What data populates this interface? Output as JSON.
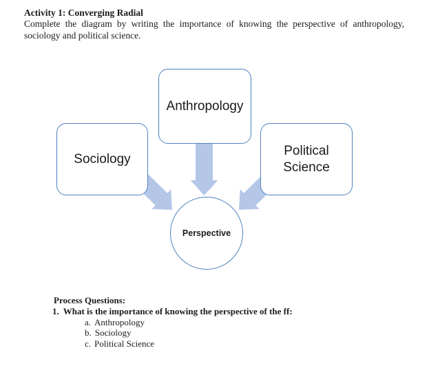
{
  "header": {
    "title": "Activity 1: Converging Radial",
    "body": "Complete the diagram by writing the importance of knowing the perspective of anthropology, sociology and political science."
  },
  "diagram": {
    "type": "converging-radial",
    "nodes": [
      {
        "id": "anthropology",
        "label": "Anthropology"
      },
      {
        "id": "sociology",
        "label": "Sociology"
      },
      {
        "id": "political-science",
        "label": "Political Science"
      }
    ],
    "center": {
      "label": "Perspective"
    },
    "colors": {
      "shape_border": "#4f81bd",
      "shape_fill": "#ffffff",
      "arrow_fill": "#b4c7e7",
      "text": "#1a1a1a"
    }
  },
  "questions": {
    "heading": "Process Questions:",
    "item1_number": "1.",
    "item1": "What is the importance of knowing the perspective of the ff:",
    "sub_items": [
      {
        "marker": "a.",
        "label": "Anthropology"
      },
      {
        "marker": "b.",
        "label": "Sociology"
      },
      {
        "marker": "c.",
        "label": "Political Science"
      }
    ]
  }
}
